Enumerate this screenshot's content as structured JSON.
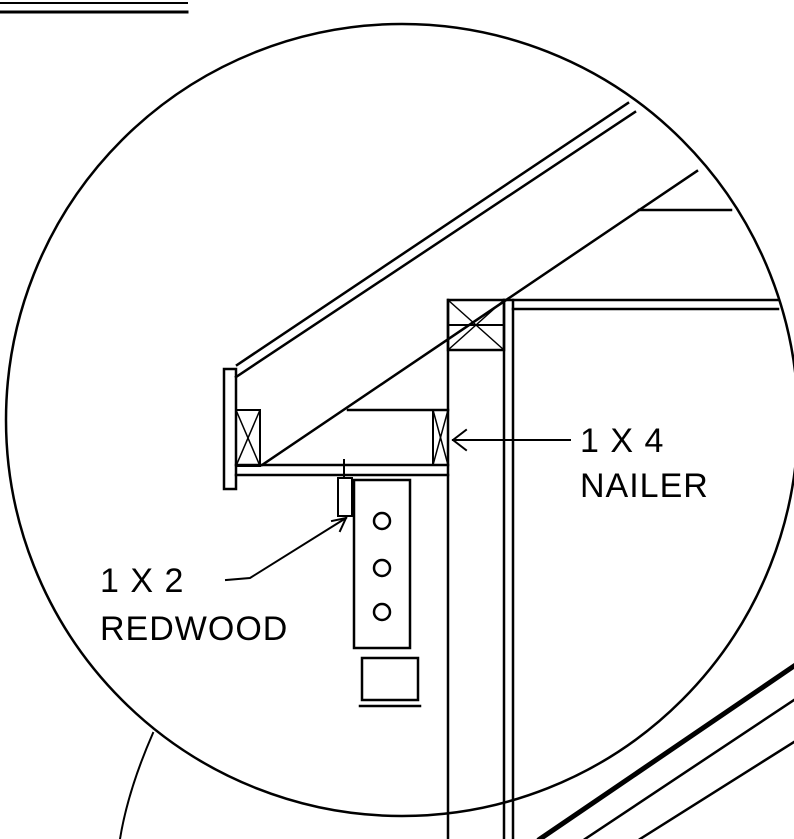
{
  "labels": {
    "nailer_size": "1 X 4",
    "nailer_name": "NAILER",
    "redwood_size": "1 X 2",
    "redwood_name": "REDWOOD"
  },
  "colors": {
    "ink": "#000000",
    "paper": "#ffffff"
  }
}
